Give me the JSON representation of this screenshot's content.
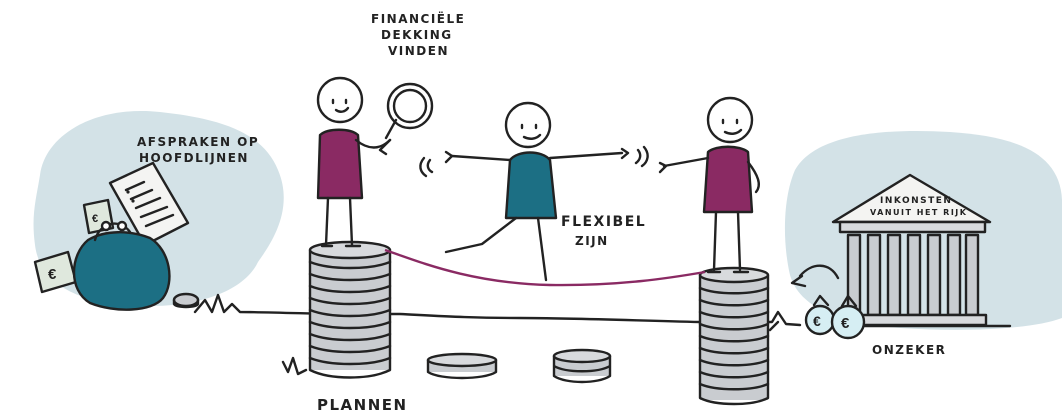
{
  "labels": {
    "financial_coverage_line1": "FINANCIËLE",
    "financial_coverage_line2": "DEKKING",
    "financial_coverage_line3": "VINDEN",
    "agreements_line1": "AFSPRAKEN OP",
    "agreements_line2": "HOOFDLIJNEN",
    "flexible_line1": "FLEXIBEL",
    "flexible_line2": "ZIJN",
    "income_line1": "INKONSTEN",
    "income_line2": "VANUIT HET RIJK",
    "uncertain": "ONZEKER",
    "planning": "PLANNEN"
  },
  "symbols": {
    "euro": "€"
  },
  "colors": {
    "blob": "#d3e2e7",
    "purple": "#8a2a63",
    "teal": "#1c6f84",
    "coin": "#c9ccd0",
    "coin_dark": "#9ea3a8",
    "paper": "#f4f4f2",
    "money_green": "#dfe8dd",
    "teal_light": "#d6eef3"
  }
}
